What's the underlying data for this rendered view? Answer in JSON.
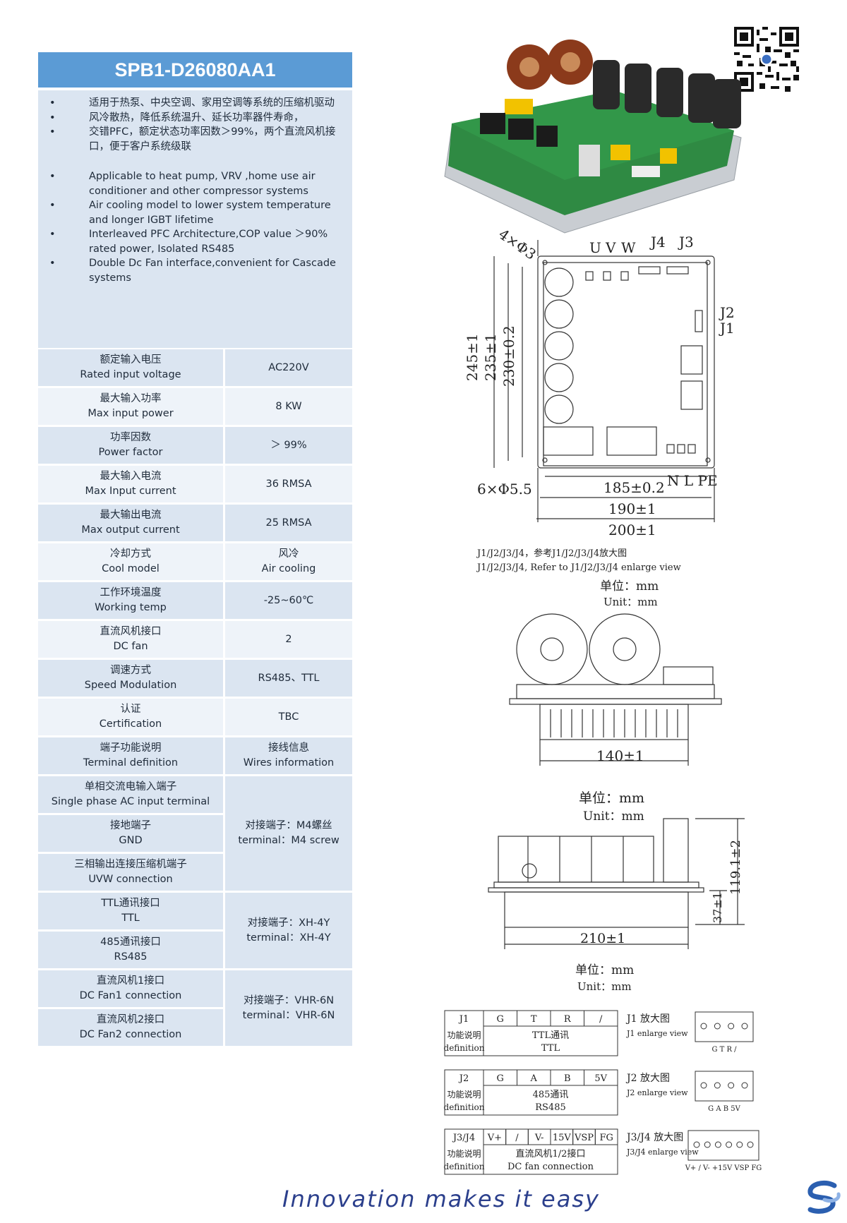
{
  "title": "SPB1-D26080AA1",
  "features_cn": [
    "适用于热泵、中央空调、家用空调等系统的压缩机驱动",
    "风冷散热，降低系统温升、延长功率器件寿命，",
    "交错PFC，额定状态功率因数＞99%，两个直流风机接口，便于客户系统级联"
  ],
  "features_en": [
    "Applicable to heat pump, VRV ,home use air conditioner and other compressor systems",
    "Air cooling model to lower system temperature and longer IGBT lifetime",
    "Interleaved PFC Architecture,COP value ＞90% rated power, Isolated RS485",
    "Double Dc Fan interface,convenient for Cascade systems"
  ],
  "specs": [
    {
      "cn": "额定输入电压",
      "en": "Rated input voltage",
      "value": "AC220V",
      "value2": ""
    },
    {
      "cn": "最大输入功率",
      "en": "Max input power",
      "value": "8 KW",
      "value2": ""
    },
    {
      "cn": "功率因数",
      "en": "Power factor",
      "value": "＞ 99%",
      "value2": ""
    },
    {
      "cn": "最大输入电流",
      "en": "Max Input current",
      "value": "36 RMSA",
      "value2": ""
    },
    {
      "cn": "最大输出电流",
      "en": "Max output current",
      "value": "25 RMSA",
      "value2": ""
    },
    {
      "cn": "冷却方式",
      "en": "Cool model",
      "value": "风冷",
      "value2": "Air cooling"
    },
    {
      "cn": "工作环境温度",
      "en": "Working temp",
      "value": "-25~60℃",
      "value2": ""
    },
    {
      "cn": "直流风机接口",
      "en": "DC fan",
      "value": "2",
      "value2": ""
    },
    {
      "cn": "调速方式",
      "en": "Speed Modulation",
      "value": "RS485、TTL",
      "value2": ""
    },
    {
      "cn": "认证",
      "en": "Certification",
      "value": "TBC",
      "value2": ""
    },
    {
      "cn": "端子功能说明",
      "en": "Terminal definition",
      "value": "接线信息",
      "value2": "Wires information"
    }
  ],
  "terminals": {
    "g1_rows": [
      {
        "cn": "单相交流电输入端子",
        "en": "Single phase AC input terminal"
      },
      {
        "cn": "接地端子",
        "en": "GND"
      },
      {
        "cn": "三相输出连接压缩机端子",
        "en": "UVW connection"
      }
    ],
    "g1_value": [
      "对接端子：M4螺丝",
      "terminal：M4 screw"
    ],
    "g2_rows": [
      {
        "cn": "TTL通讯接口",
        "en": "TTL"
      },
      {
        "cn": "485通讯接口",
        "en": "RS485"
      }
    ],
    "g2_value": [
      "对接端子：XH-4Y",
      "terminal：XH-4Y"
    ],
    "g3_rows": [
      {
        "cn": "直流风机1接口",
        "en": "DC Fan1 connection"
      },
      {
        "cn": "直流风机2接口",
        "en": "DC Fan2 connection"
      }
    ],
    "g3_value": [
      "对接端子：VHR-6N",
      "terminal：VHR-6N"
    ]
  },
  "drawing": {
    "hole_label": "4×Φ3",
    "uvw_labels": [
      "U",
      "V",
      "W"
    ],
    "j_top": [
      "J4",
      "J3"
    ],
    "j_side": [
      "J2",
      "J1"
    ],
    "dim_v": [
      "245±1",
      "235±1",
      "230±0.2"
    ],
    "mount_label": "6×Φ5.5",
    "dim_h": [
      "185±0.2",
      "190±1",
      "200±1"
    ],
    "nl_label": "N L PE",
    "ref_cn": "J1/J2/J3/J4，参考J1/J2/J3/J4放大图",
    "ref_en": "J1/J2/J3/J4, Refer to J1/J2/J3/J4 enlarge view",
    "unit_cn": "单位：mm",
    "unit_en": "Unit：mm",
    "side_width": "140±1",
    "front_width": "210±1",
    "front_h1": "119.1±2",
    "front_h2": "37±1"
  },
  "conn_tables": [
    {
      "head": [
        "J1",
        "G",
        "T",
        "R",
        "/"
      ],
      "row_cn": "功能说明",
      "row_en": "definition",
      "value_cn": "TTL通讯",
      "value_en": "TTL",
      "enlarge_cn": "J1 放大图",
      "enlarge_en": "J1 enlarge view",
      "pins": "G T R /"
    },
    {
      "head": [
        "J2",
        "G",
        "A",
        "B",
        "5V"
      ],
      "row_cn": "功能说明",
      "row_en": "definition",
      "value_cn": "485通讯",
      "value_en": "RS485",
      "enlarge_cn": "J2 放大图",
      "enlarge_en": "J2 enlarge view",
      "pins": "G A B 5V"
    },
    {
      "head": [
        "J3/J4",
        "V+",
        "/",
        "V-",
        "15V",
        "VSP",
        "FG"
      ],
      "row_cn": "功能说明",
      "row_en": "definition",
      "value_cn": "直流风机1/2接口",
      "value_en": "DC fan connection",
      "enlarge_cn": "J3/J4 放大图",
      "enlarge_en": "J3/J4 enlarge view",
      "pins": "V+ / V- +15V VSP FG"
    }
  ],
  "footer": "Innovation makes it easy",
  "colors": {
    "title_bar": "#5b9bd5",
    "row_dark": "#dbe5f1",
    "row_light": "#eef3f9",
    "footer": "#2b3f8c"
  }
}
